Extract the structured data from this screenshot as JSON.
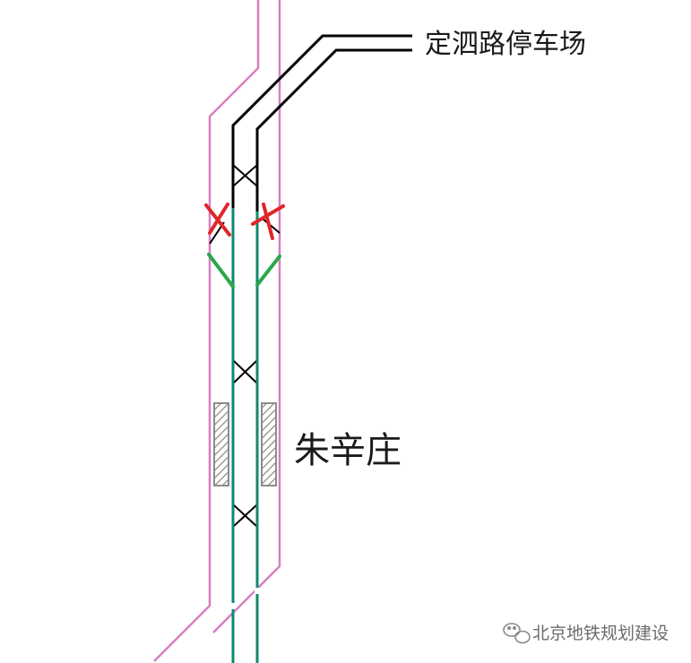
{
  "labels": {
    "depot": "定泗路停车场",
    "station": "朱辛庄"
  },
  "watermark": {
    "text": "北京地铁规划建设",
    "icon": "wechat-icon"
  },
  "colors": {
    "boundary": "#d77fc0",
    "depot_track": "#000000",
    "line_track": "#0e8a6e",
    "new_connection": "#2aa84a",
    "removed_crossover": "#e0262b",
    "crossover": "#000000",
    "platform": "#8c8c8c",
    "background": "#ffffff"
  }
}
